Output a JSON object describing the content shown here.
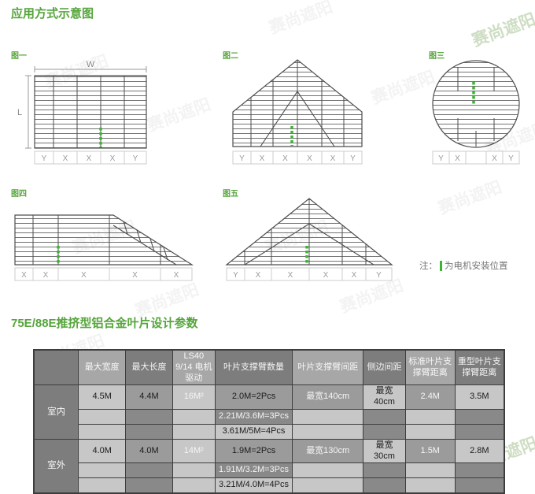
{
  "page": {
    "title": "应用方式示意图",
    "note_prefix": "注：",
    "note_text": "为电机安装位置",
    "watermark": "赛尚遮阳"
  },
  "colors": {
    "accent_green": "#56a53c",
    "marker_green": "#3cb434",
    "table_dark": "#7d7d7d",
    "table_mid": "#9b9b9b",
    "table_light": "#c7c7c7"
  },
  "figures": [
    {
      "label": "图一",
      "dim_w": "W",
      "dim_l": "L",
      "bottom_labels": [
        "Y",
        "X",
        "X",
        "X",
        "Y"
      ]
    },
    {
      "label": "图二",
      "bottom_labels": [
        "Y",
        "X",
        "X",
        "X",
        "X",
        "Y"
      ]
    },
    {
      "label": "图三",
      "bottom_labels": [
        "Y",
        "X",
        "",
        "X",
        "Y"
      ]
    },
    {
      "label": "图四",
      "bottom_labels": [
        "X",
        "X",
        "X",
        "X",
        "X"
      ]
    },
    {
      "label": "图五",
      "bottom_labels": [
        "Y",
        "X",
        "X",
        "X",
        "X",
        "Y"
      ]
    }
  ],
  "table": {
    "title": "75E/88E推挤型铝合金叶片设计参数",
    "headers": [
      "",
      "最大宽度",
      "最大长度",
      "LS40 9/14 电机驱动",
      "叶片支撑臂数量",
      "叶片支撑臂间距",
      "侧边间距",
      "标准叶片支撑臂距离",
      "重型叶片支撑臂距离"
    ],
    "groups": [
      {
        "label": "室内",
        "max_width": "4.5M",
        "max_length": "4.4M",
        "motor": "16M²",
        "arm_counts": [
          "2.0M=2Pcs",
          "2.21M/3.6M=3Pcs",
          "3.61M/5M=4Pcs"
        ],
        "arm_spacing": "最宽140cm",
        "side_spacing": "最宽40cm",
        "standard_dist": "2.4M",
        "heavy_dist": "3.5M"
      },
      {
        "label": "室外",
        "max_width": "4.0M",
        "max_length": "4.0M",
        "motor": "14M²",
        "arm_counts": [
          "1.9M=2Pcs",
          "1.91M/3.2M=3Pcs",
          "3.21M/4.0M=4Pcs"
        ],
        "arm_spacing": "最宽130cm",
        "side_spacing": "最宽30cm",
        "standard_dist": "1.5M",
        "heavy_dist": "2.8M"
      }
    ]
  }
}
